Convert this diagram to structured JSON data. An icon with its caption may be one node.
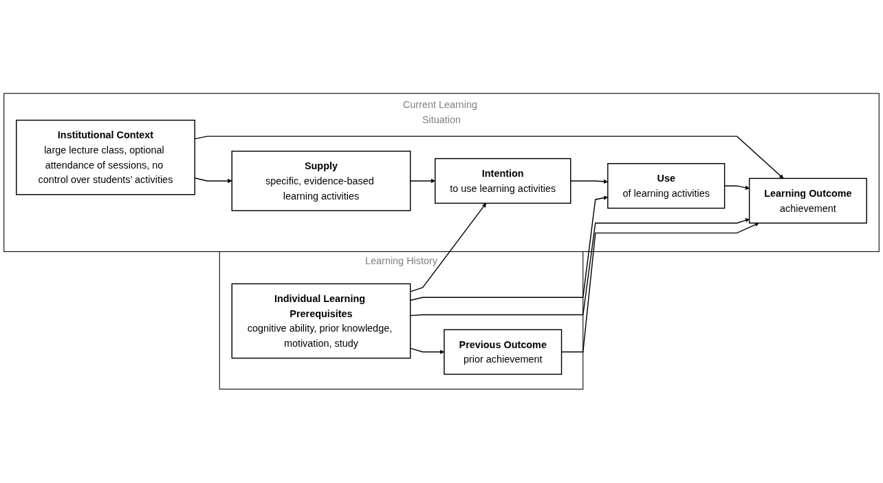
{
  "diagram": {
    "nodes": [
      {
        "text": [
          "Current Learning Situation"
        ]
      },
      {
        "text": [
          "Institutional Context",
          "large lecture class, optional attendance of sessions, no control over students’ activities"
        ],
        "in": 0
      },
      {
        "text": [
          "Supply",
          "specific, evidence-based learning activities"
        ],
        "in": 0
      },
      {
        "text": [
          "Intention",
          "to use learning activities"
        ],
        "in": 0
      },
      {
        "text": [
          "Use",
          "of learning activities"
        ],
        "in": 0
      },
      {
        "text": [
          "Learning Outcome",
          "achievement"
        ],
        "in": 0
      },
      {
        "text": [
          "Learning History"
        ]
      },
      {
        "text": [
          "Individual Learning Prerequisites",
          "cognitive ability, prior knowledge, motivation, study"
        ],
        "in": 6
      },
      {
        "text": [
          "Previous Outcome",
          "prior achievement"
        ],
        "in": 6
      }
    ],
    "edges": [
      {
        "from": 1,
        "to": 2,
        "arrow": "to"
      },
      {
        "from": 1,
        "to": 5,
        "arrow": "to"
      },
      {
        "from": 2,
        "to": 3,
        "arrow": "to"
      },
      {
        "from": 3,
        "to": 4,
        "arrow": "to"
      },
      {
        "from": 4,
        "to": 5,
        "arrow": "to"
      },
      {
        "from": 7,
        "to": 3,
        "arrow": "to"
      },
      {
        "from": 7,
        "to": 4,
        "arrow": "to"
      },
      {
        "from": 7,
        "to": 5,
        "arrow": "to"
      },
      {
        "from": 7,
        "to": 8,
        "arrow": "to"
      },
      {
        "from": 8,
        "to": 5,
        "arrow": "to"
      }
    ]
  }
}
